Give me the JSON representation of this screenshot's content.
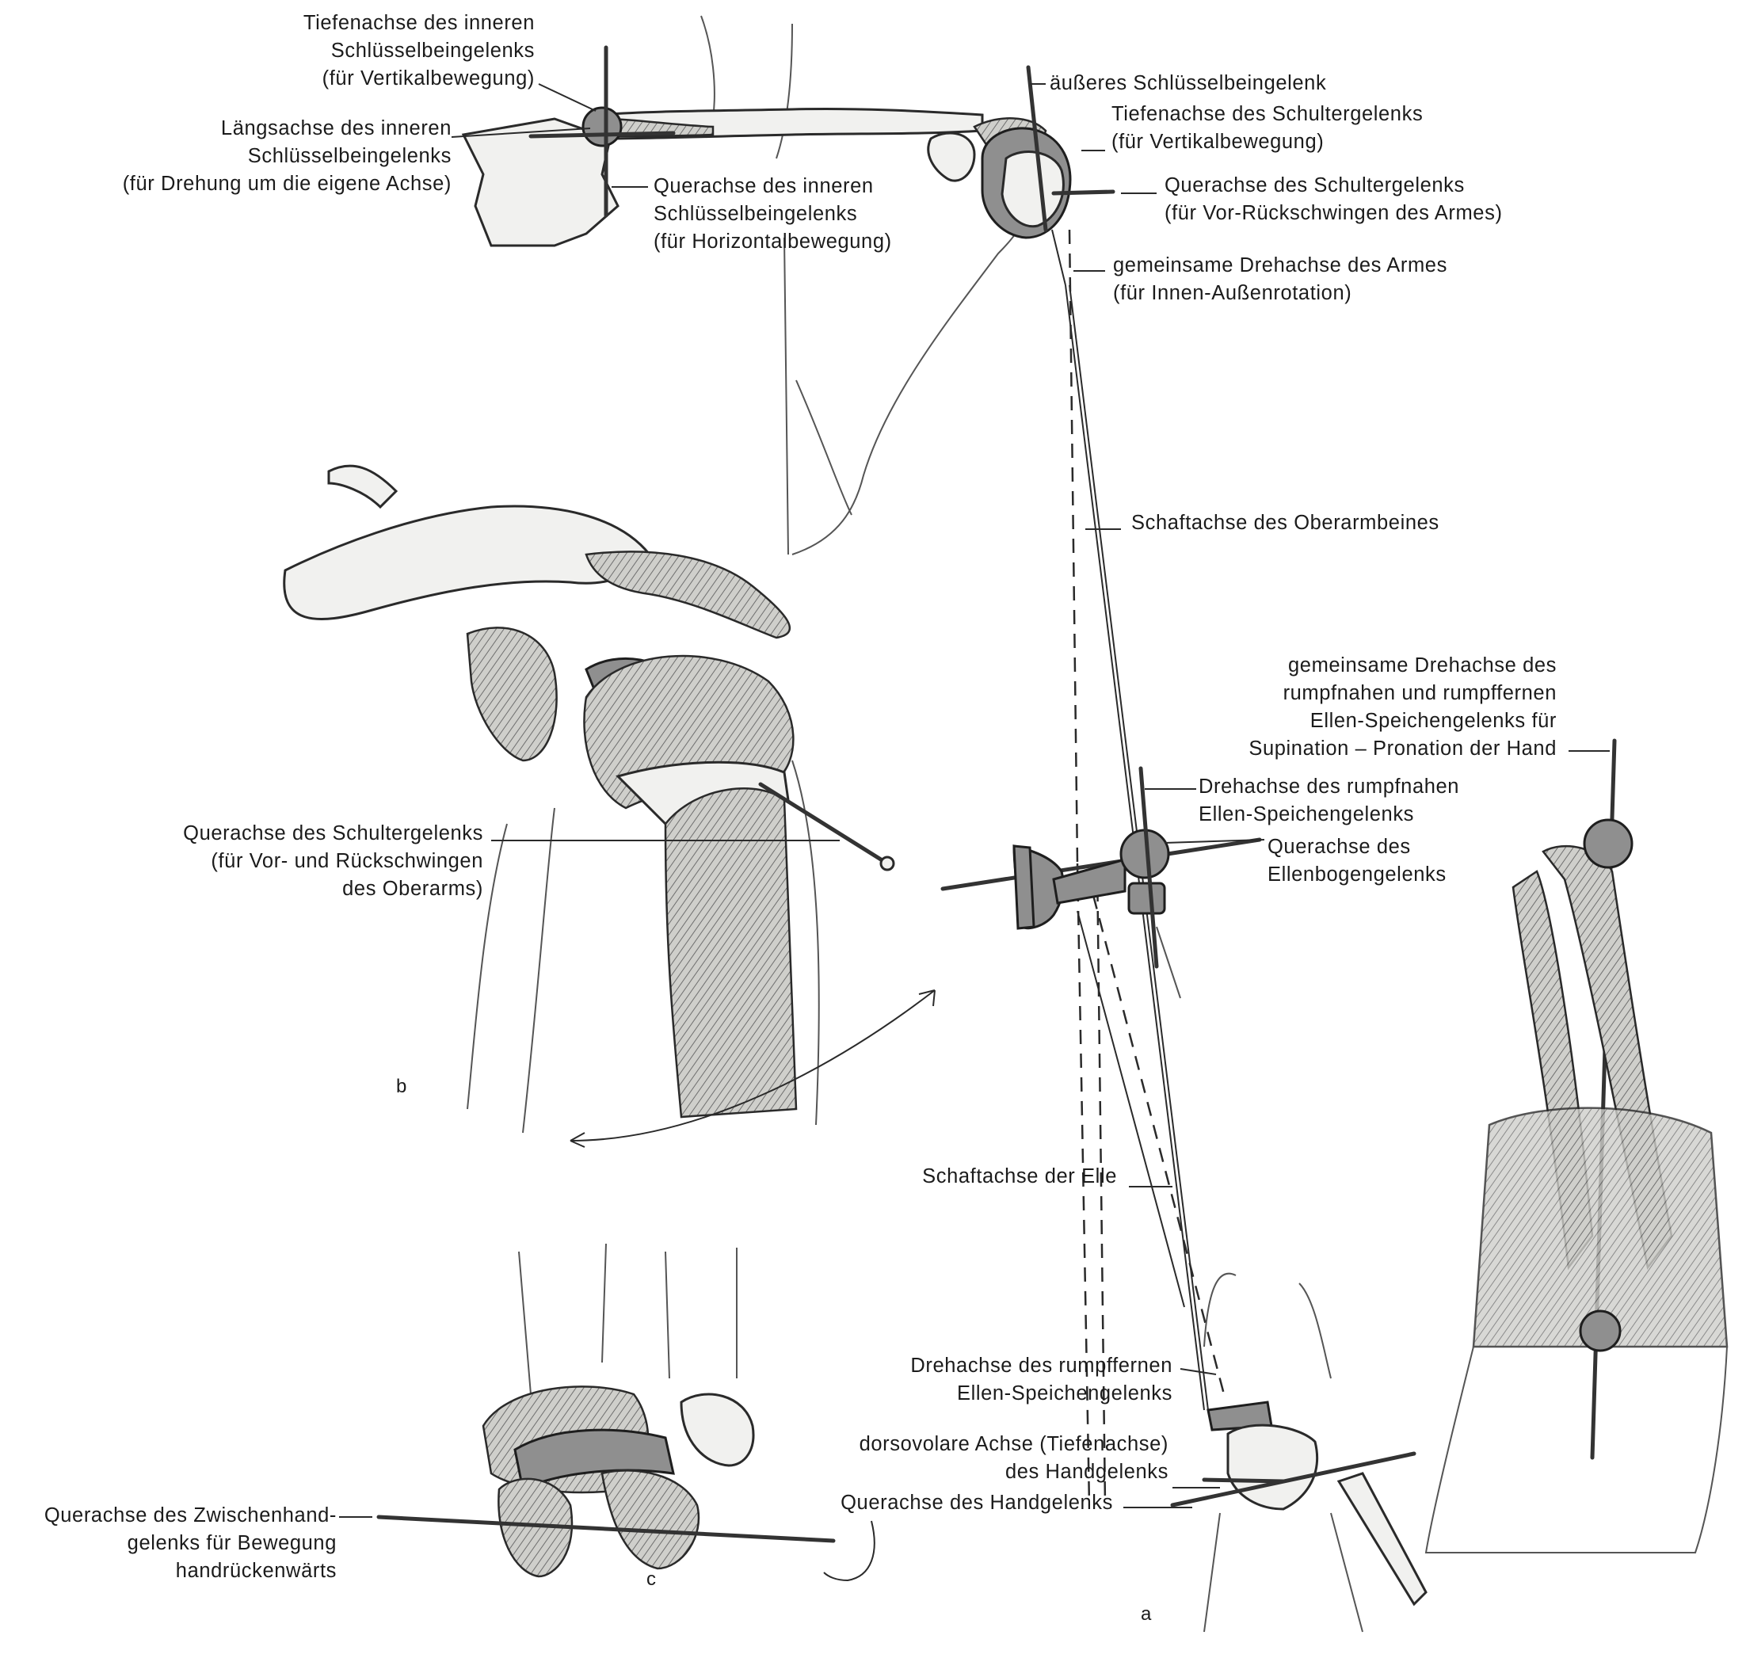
{
  "figure_letters": {
    "a": "a",
    "b": "b",
    "c": "c"
  },
  "labels": {
    "tiefenachse_inneres": [
      "Tiefenachse des inneren",
      "Schlüsselbeingelenks",
      "(für Vertikalbewegung)"
    ],
    "laengsachse_inneres": [
      "Längsachse des inneren",
      "Schlüsselbeingelenks",
      "(für Drehung um die eigene Achse)"
    ],
    "querachse_inneres": [
      "Querachse des inneren",
      "Schlüsselbeingelenks",
      "(für Horizontalbewegung)"
    ],
    "aeusseres_gelenk": [
      "äußeres Schlüsselbeingelenk"
    ],
    "tiefenachse_schulter": [
      "Tiefenachse des Schultergelenks",
      "(für Vertikalbewegung)"
    ],
    "querachse_schulter_a": [
      "Querachse des Schultergelenks",
      "(für Vor-Rückschwingen des Armes)"
    ],
    "drehachse_arm": [
      "gemeinsame Drehachse des Armes",
      "(für Innen-Außenrotation)"
    ],
    "schaftachse_oberarm": [
      "Schaftachse des Oberarmbeines"
    ],
    "gemeinsame_drehachse_hand": [
      "gemeinsame Drehachse des",
      "rumpfnahen und rumpffernen",
      "Ellen-Speichengelenks für",
      "Supination – Pronation der Hand"
    ],
    "drehachse_rumpfnah": [
      "Drehachse des rumpfnahen",
      "Ellen-Speichengelenks"
    ],
    "querachse_ellenbogen": [
      "Querachse des",
      "Ellenbogengelenks"
    ],
    "querachse_schulter_b": [
      "Querachse des Schultergelenks",
      "(für Vor- und Rückschwingen",
      "des Oberarms)"
    ],
    "schaftachse_elle": [
      "Schaftachse der Elle"
    ],
    "drehachse_rumpffern": [
      "Drehachse des rumpffernen",
      "Ellen-Speichengelenks"
    ],
    "dorsovolare_achse": [
      "dorsovolare Achse (Tiefenachse)",
      "des Handgelenks"
    ],
    "querachse_handgelenk": [
      "Querachse des Handgelenks"
    ],
    "querachse_zwischenhand": [
      "Querachse des Zwischenhand-",
      "gelenks für Bewegung",
      "handrückenwärts"
    ]
  }
}
